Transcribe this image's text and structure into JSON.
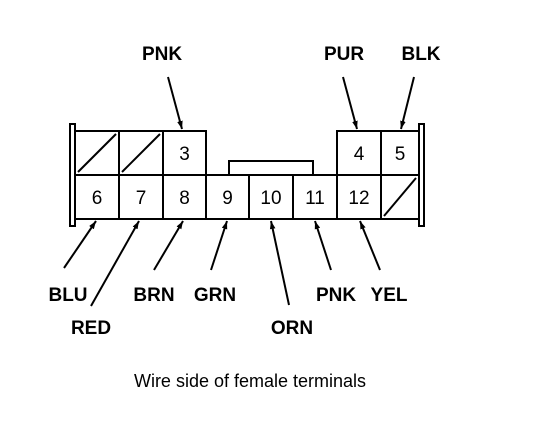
{
  "caption": "Wire side of female terminals",
  "terminals": [
    {
      "number": "3",
      "wire": "PNK"
    },
    {
      "number": "4",
      "wire": "PUR"
    },
    {
      "number": "5",
      "wire": "BLK"
    },
    {
      "number": "6",
      "wire": "BLU"
    },
    {
      "number": "7",
      "wire": "RED"
    },
    {
      "number": "8",
      "wire": "BRN"
    },
    {
      "number": "9",
      "wire": "GRN"
    },
    {
      "number": "10",
      "wire": "ORN"
    },
    {
      "number": "11",
      "wire": "PNK"
    },
    {
      "number": "12",
      "wire": "YEL"
    }
  ]
}
